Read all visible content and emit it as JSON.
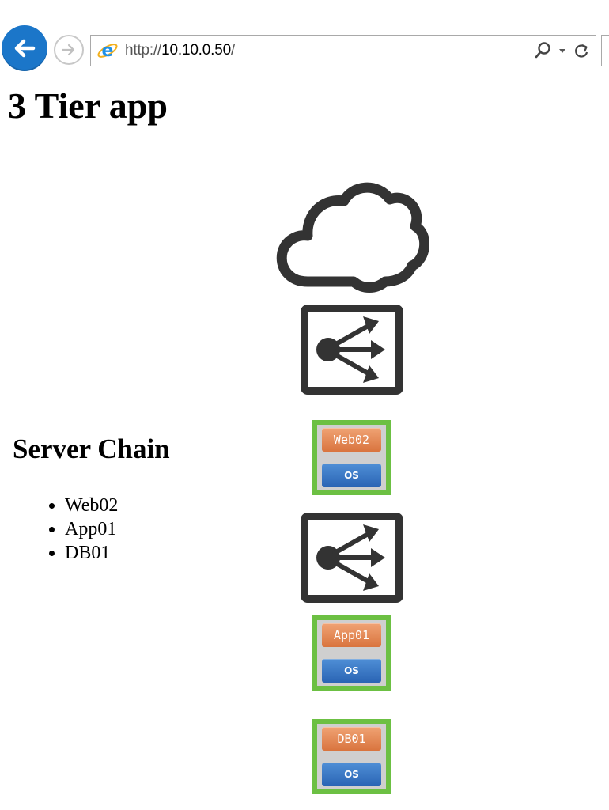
{
  "browser": {
    "url_scheme": "http://",
    "url_host": "10.10.0.50",
    "url_path": "/",
    "icons": {
      "back": "back-arrow-icon",
      "forward": "forward-arrow-icon",
      "site": "internet-explorer-icon",
      "search": "search-icon",
      "dropdown": "chevron-down-icon",
      "refresh": "refresh-icon"
    }
  },
  "page": {
    "title": "3 Tier app"
  },
  "diagram": {
    "internet_icon": "cloud-icon",
    "load_balancer_icon": "load-balancer-icon",
    "vms": [
      {
        "name": "Web02",
        "os_label": "OS"
      },
      {
        "name": "App01",
        "os_label": "OS"
      },
      {
        "name": "DB01",
        "os_label": "OS"
      }
    ]
  },
  "server_chain": {
    "heading": "Server Chain",
    "items": [
      "Web02",
      "App01",
      "DB01"
    ]
  },
  "colors": {
    "back_button": "#1b76c9",
    "vm_border": "#6cc043",
    "vm_name_bg": "#d9743e",
    "vm_os_bg": "#2a64b4",
    "icon_dark": "#333333"
  }
}
